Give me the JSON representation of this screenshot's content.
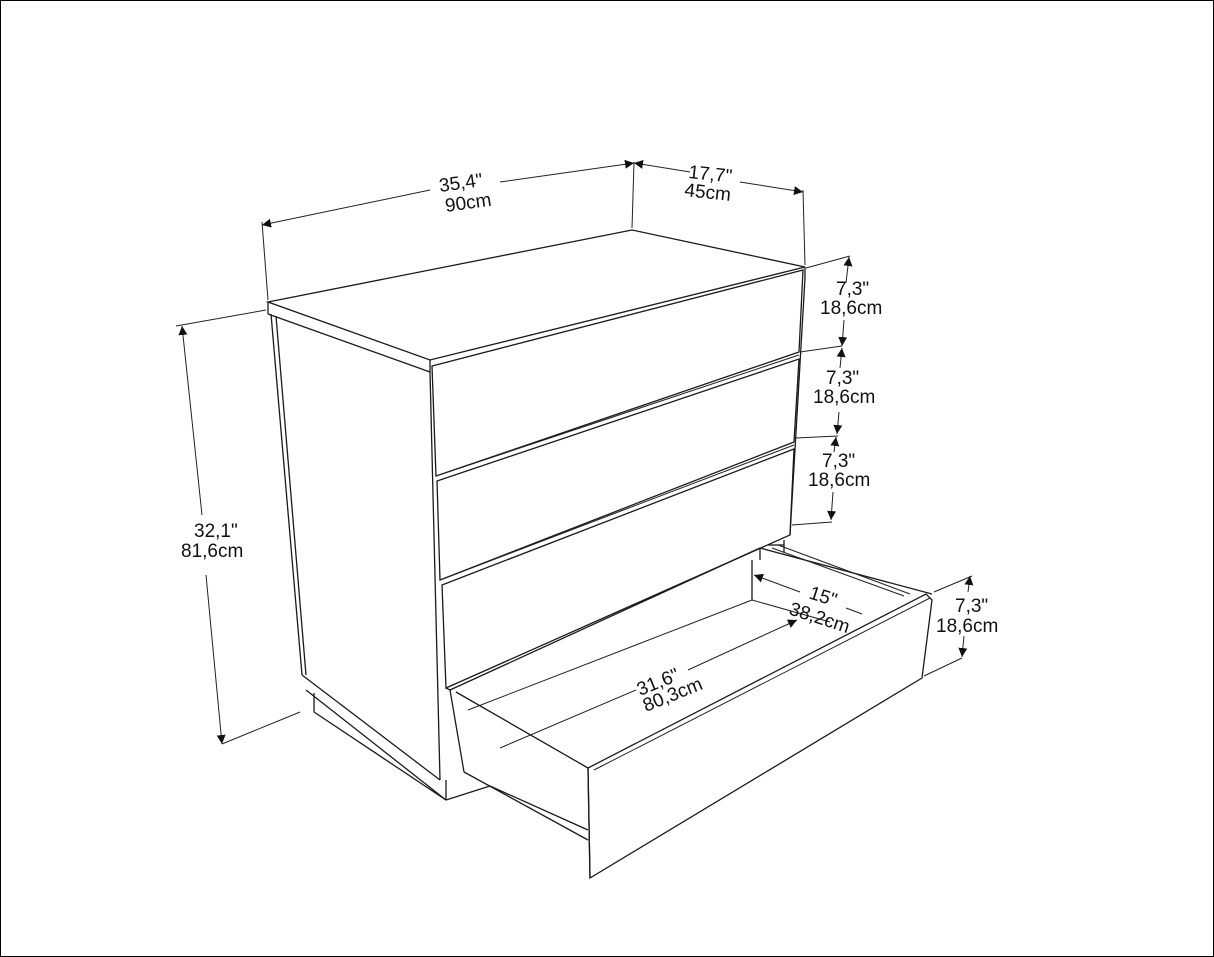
{
  "diagram": {
    "type": "dimension-drawing",
    "subject": "4-drawer chest of drawers, bottom drawer opened",
    "line_color": "#1a1a1a",
    "background": "#ffffff"
  },
  "dimensions": {
    "width": {
      "imperial": "35,4\"",
      "metric": "90cm"
    },
    "depth": {
      "imperial": "17,7\"",
      "metric": "45cm"
    },
    "height": {
      "imperial": "32,1\"",
      "metric": "81,6cm"
    },
    "drawer_1_height": {
      "imperial": "7,3\"",
      "metric": "18,6cm"
    },
    "drawer_2_height": {
      "imperial": "7,3\"",
      "metric": "18,6cm"
    },
    "drawer_3_height": {
      "imperial": "7,3\"",
      "metric": "18,6cm"
    },
    "drawer_4_height": {
      "imperial": "7,3\"",
      "metric": "18,6cm"
    },
    "drawer_inner_depth": {
      "imperial": "15\"",
      "metric": "38,2cm"
    },
    "drawer_inner_width": {
      "imperial": "31,6\"",
      "metric": "80,3cm"
    }
  }
}
